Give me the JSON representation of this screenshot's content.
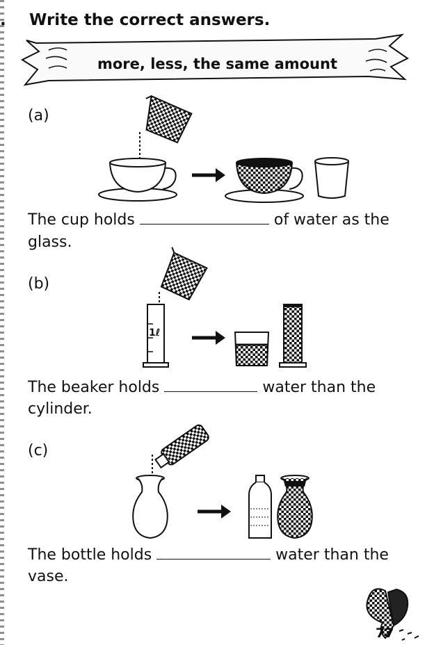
{
  "heading": {
    "number": ".",
    "instruction": "Write the correct answers."
  },
  "word_bank": "more, less, the same amount",
  "questions": [
    {
      "label": "(a)",
      "line1_before": "The cup holds",
      "line1_after": "of water as the",
      "line2": "glass."
    },
    {
      "label": "(b)",
      "cylinder_mark": "1ℓ",
      "line1_before": "The beaker holds",
      "line1_after": "water than the",
      "line2": "cylinder."
    },
    {
      "label": "(c)",
      "line1_before": "The bottle holds",
      "line1_after": "water than the",
      "line2": "vase."
    }
  ],
  "page_number": "77"
}
